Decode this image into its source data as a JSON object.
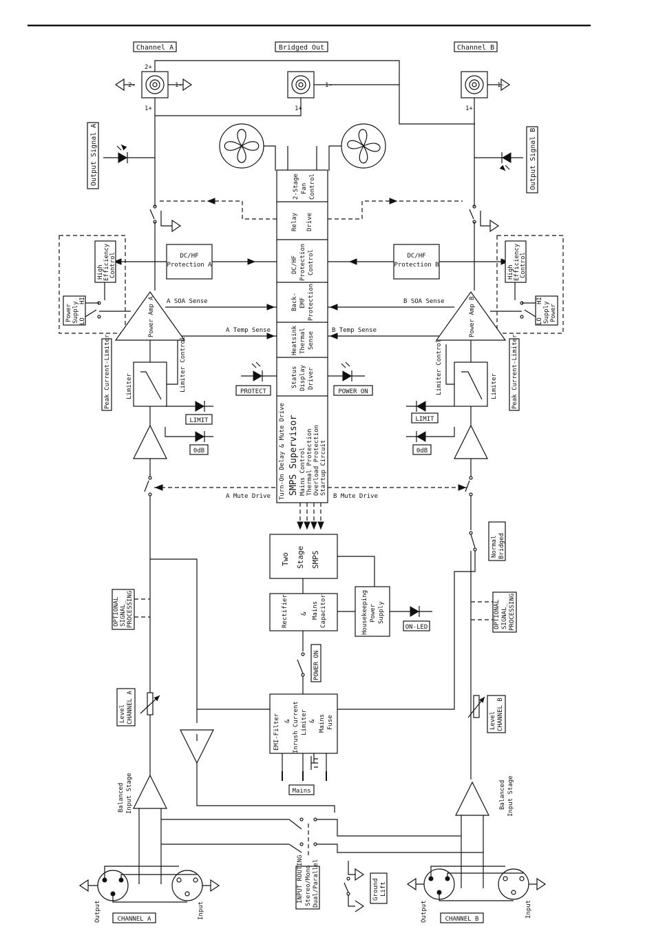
{
  "labels": {
    "channel_a_top": "Channel A",
    "bridged_out": "Bridged Out",
    "channel_b_top": "Channel B",
    "pin_2plus": "2+",
    "pin_2minus": "2-",
    "pin_1minus": "1-",
    "pin_1plus": "1+",
    "output_signal_a": "Output Signal A",
    "output_signal_b": "Output Signal B",
    "fan_control_1": "2-Stage",
    "fan_control_2": "Fan",
    "fan_control_3": "Control",
    "relay_1": "Relay",
    "relay_2": "Drive",
    "dchf_ctrl_1": "DC/HF",
    "dchf_ctrl_2": "Protection",
    "dchf_ctrl_3": "Control",
    "backemf_1": "Back-",
    "backemf_2": "EMF",
    "backemf_3": "Protection",
    "heatsink_1": "Heatsink",
    "heatsink_2": "Thermal",
    "heatsink_3": "Sense",
    "status_1": "Status",
    "status_2": "Display",
    "status_3": "Driver",
    "dchf": "DC/HF",
    "prot_a": "Protection A",
    "prot_b": "Protection B",
    "hi_eff_1": "High",
    "hi_eff_2": "Efficiency",
    "hi_eff_3": "Control",
    "psu_1": "Power",
    "psu_2": "Supply",
    "lo": "LO",
    "hi": "HI",
    "soa_a": "A SOA Sense",
    "soa_b": "B SOA Sense",
    "temp_a": "A Temp Sense",
    "temp_b": "B Temp Sense",
    "amp_a": "Power Amp A",
    "amp_b": "Power Amp B",
    "peak_limiter": "Peak Current-Limiter",
    "limiter": "Limiter",
    "limiter_control": "Limiter Control",
    "protect": "PROTECT",
    "power_on": "POWER ON",
    "limit": "LIMIT",
    "zero_db": "0dB",
    "turn_on_delay": "Turn-On Delay & Mute Drive",
    "smps_supervisor": "SMPS Supervisor",
    "mains_control": "Mains Control",
    "thermal_protection": "Thermal Protection",
    "overload_protection": "Overload Protection",
    "startup_circuit": "Startup Circuit",
    "mute_a": "A Mute Drive",
    "mute_b": "B Mute Drive",
    "smps_1": "Two",
    "smps_2": "Stage",
    "smps_3": "SMPS",
    "normal": "Normal",
    "bridged": "Bridged",
    "optional_1": "OPTIONAL",
    "optional_2": "SIGNAL_",
    "optional_3": "PROCESSING",
    "rectifier": "Rectifier",
    "amp_sign": "&",
    "mains_cap_1": "Mains",
    "mains_cap_2": "Capacitor",
    "housekeeping_1": "Housekeeping",
    "housekeeping_2": "Power",
    "housekeeping_3": "Supply",
    "on_led": "ON-LED",
    "power_on_switch": "POWER ON",
    "level": "Level",
    "level_channel_a": "CHANNEL A",
    "level_channel_b": "CHANNEL B",
    "emi_filter": "EMI-Filter",
    "inrush_1": "Inrush Current",
    "inrush_2": "Limiter",
    "mains_fuse_1": "Mains",
    "mains_fuse_2": "Fuse",
    "mains": "Mains",
    "balanced_1": "Balanced",
    "balanced_2": "Input Stage",
    "output": "Output",
    "input": "Input",
    "channel_a_bottom": "CHANNEL A",
    "channel_b_bottom": "CHANNEL B",
    "input_routing_1": "INPUT ROUTING",
    "input_routing_2": "Stereo/Mono",
    "input_routing_3": "Dual/Parallel",
    "ground_1": "Ground",
    "ground_2": "Lift"
  }
}
